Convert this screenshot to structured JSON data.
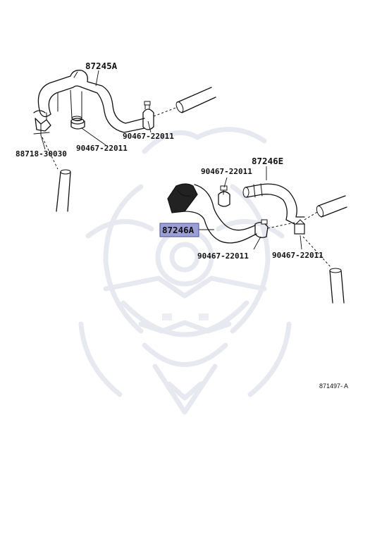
{
  "parts": {
    "hose_upper": "87245A",
    "clip_bracket": "88718-30030",
    "clamp_upper_left": "90467-22011",
    "clamp_upper_right": "90467-22011",
    "hose_right": "87246E",
    "clamp_mid_top": "90467-22011",
    "hose_highlighted": "87246A",
    "clamp_mid_bottom": "90467-22011",
    "clamp_right": "90467-22011"
  },
  "highlight": {
    "part": "87246A",
    "color": "#9b9fd6"
  },
  "reference_code": "871497- A"
}
